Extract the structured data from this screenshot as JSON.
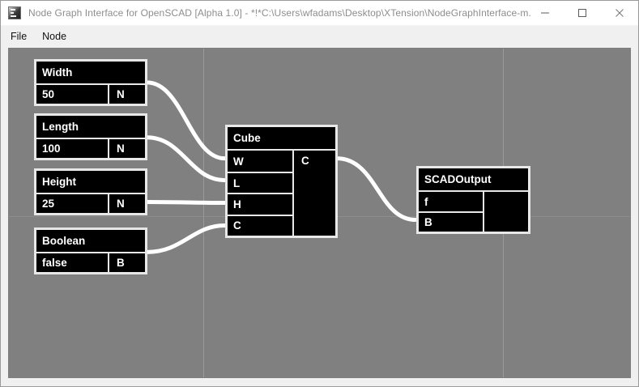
{
  "window": {
    "title": "Node Graph Interface for OpenSCAD [Alpha 1.0]  - *!*C:\\Users\\wfadams\\Desktop\\XTension\\NodeGraphInterface-m...",
    "icon": "app-icon",
    "controls": {
      "minimize": "minimize-icon",
      "maximize": "maximize-icon",
      "close": "close-icon"
    }
  },
  "menubar": {
    "items": [
      {
        "label": "File"
      },
      {
        "label": "Node"
      }
    ]
  },
  "canvas": {
    "background_color": "#808080",
    "grid_color": "#9a9a9a",
    "edge_color": "#ffffff"
  },
  "nodes": [
    {
      "id": "width",
      "title": "Width",
      "value": "50",
      "type_tag": "N"
    },
    {
      "id": "length",
      "title": "Length",
      "value": "100",
      "type_tag": "N"
    },
    {
      "id": "height",
      "title": "Height",
      "value": "25",
      "type_tag": "N"
    },
    {
      "id": "boolean",
      "title": "Boolean",
      "value": "false",
      "type_tag": "B"
    },
    {
      "id": "cube",
      "title": "Cube",
      "inputs": [
        "W",
        "L",
        "H",
        "C"
      ],
      "outputs": [
        "C"
      ]
    },
    {
      "id": "scadoutput",
      "title": "SCADOutput",
      "inputs": [
        "f",
        "B"
      ],
      "outputs": [
        ""
      ]
    }
  ]
}
